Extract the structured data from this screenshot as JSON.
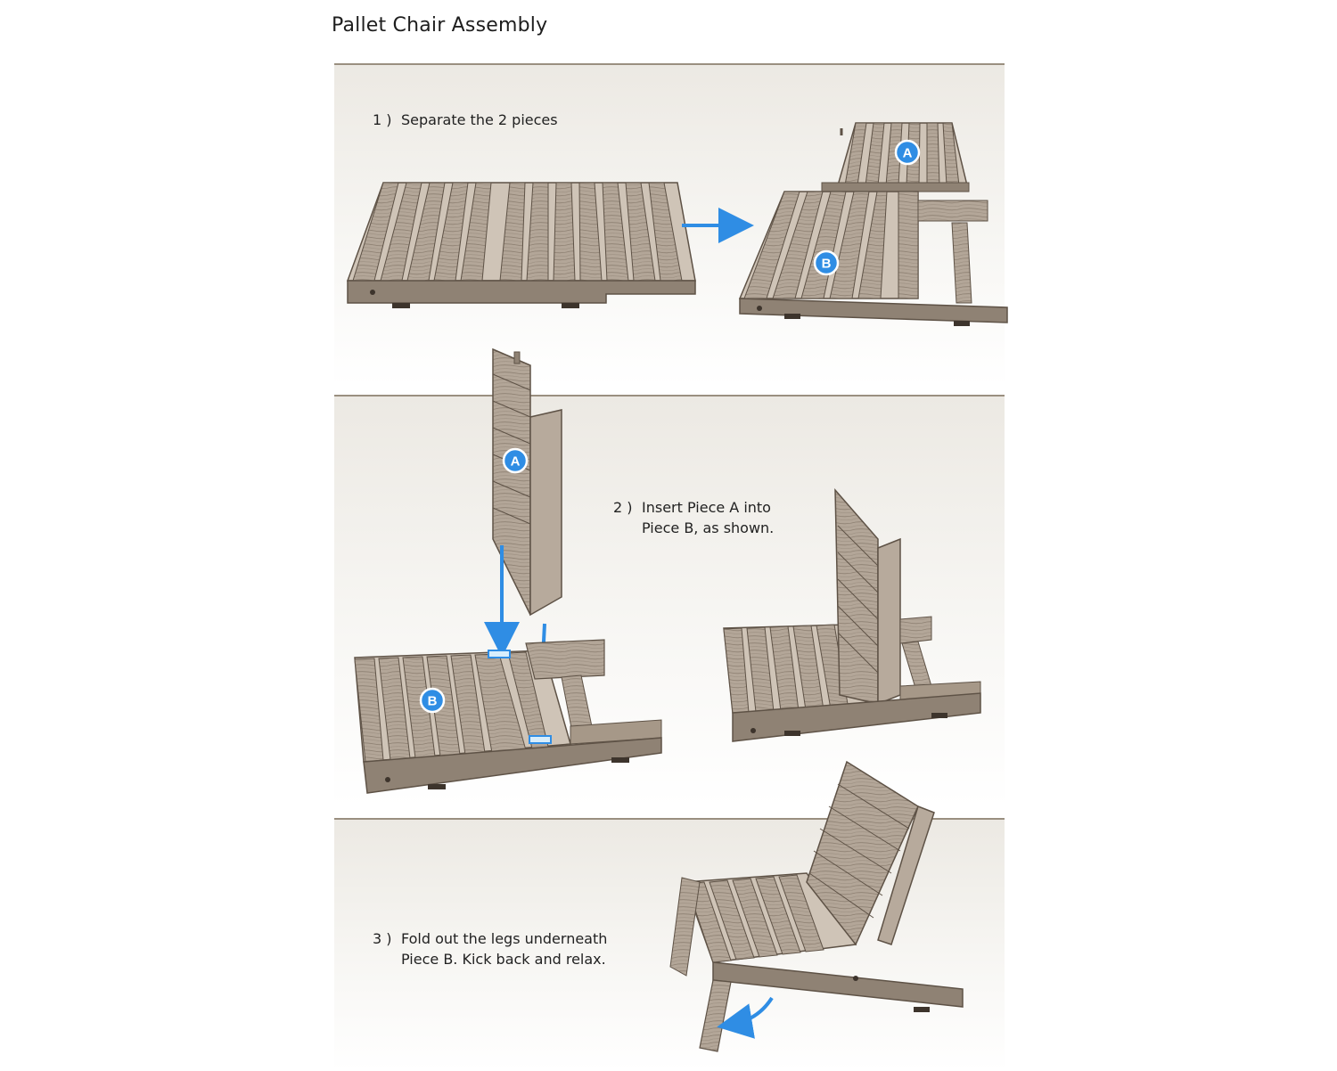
{
  "title": "Pallet Chair Assembly",
  "steps": [
    {
      "number": "1 )",
      "lines": [
        "Separate the 2 pieces"
      ]
    },
    {
      "number": "2 )",
      "lines": [
        "Insert Piece A into",
        "Piece B, as shown."
      ]
    },
    {
      "number": "3 )",
      "lines": [
        "Fold out the legs underneath",
        "Piece B. Kick back and relax."
      ]
    }
  ],
  "labels": {
    "piece_a": "A",
    "piece_b": "B"
  },
  "colors": {
    "wood_light": "#b9ada0",
    "wood_mid": "#9c8f81",
    "wood_dark": "#5e5246",
    "badge_blue": "#2f8de4",
    "arrow_blue": "#2f8de4",
    "divider": "#9a8f80"
  }
}
